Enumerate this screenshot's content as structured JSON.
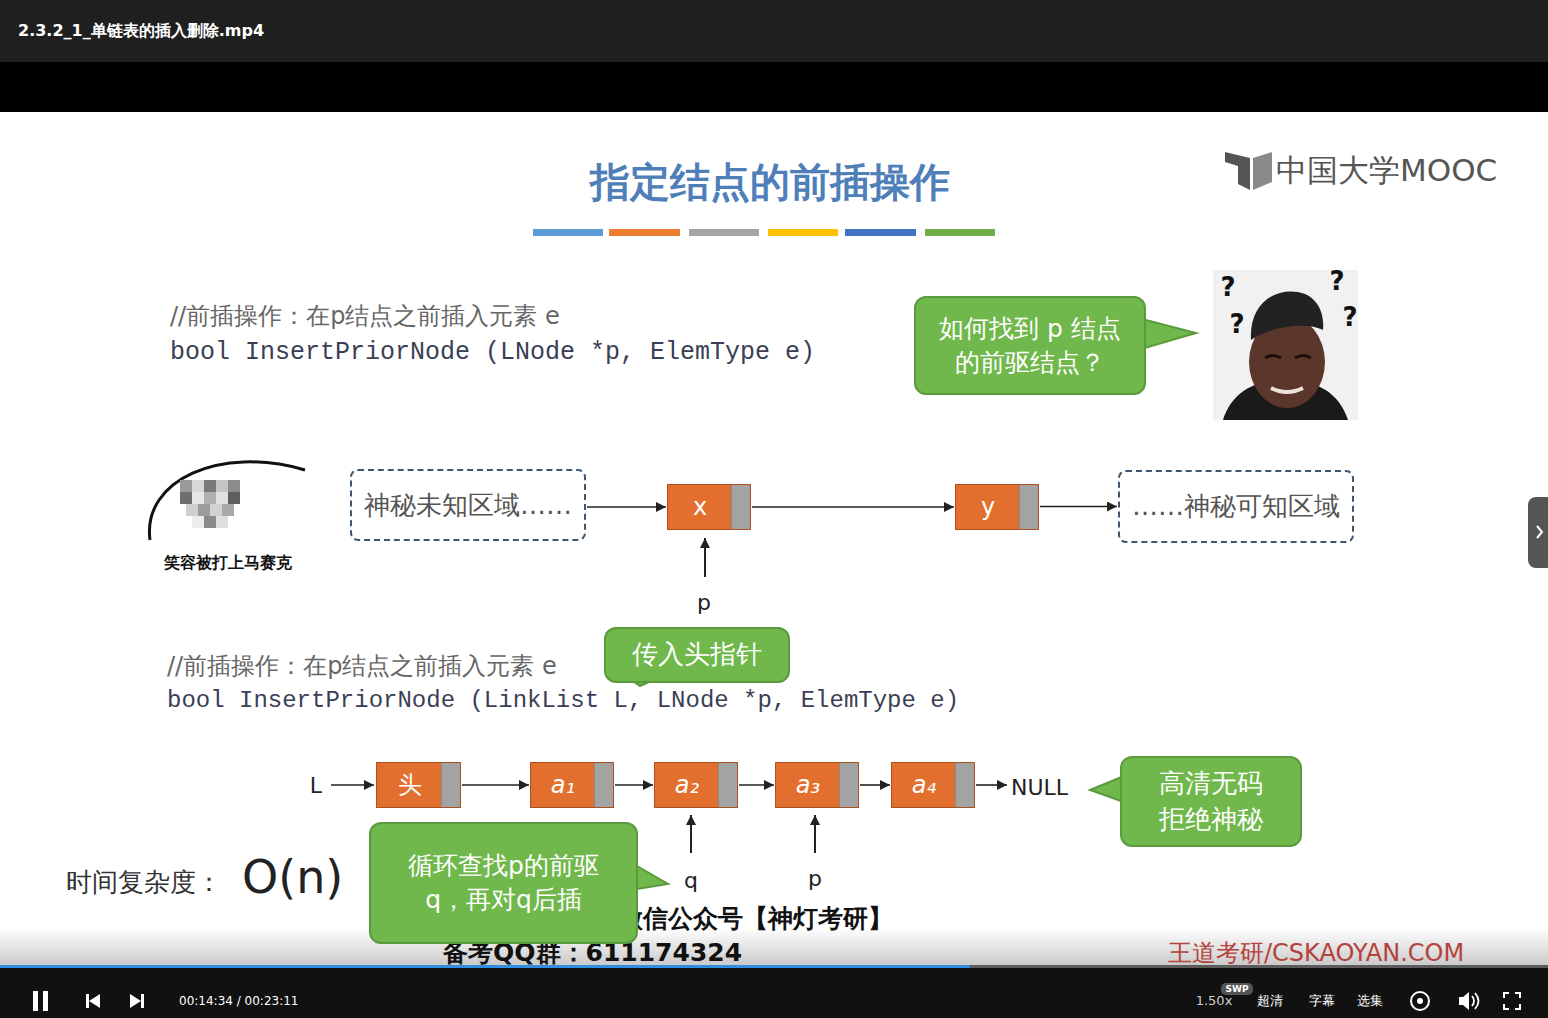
{
  "diagram": {
    "title": "指定结点的前插操作",
    "nodes": [
      {
        "text": [
          "如何找到 p 结点的前驱结点？"
        ]
      },
      {
        "text": [
          "神秘未知区域……"
        ]
      },
      {
        "text": [
          "x"
        ]
      },
      {
        "text": [
          "y"
        ]
      },
      {
        "text": [
          "……神秘可知区域"
        ]
      },
      {
        "text": [
          "传入头指针"
        ]
      },
      {
        "text": [
          "头"
        ]
      },
      {
        "text": [
          "a₁"
        ]
      },
      {
        "text": [
          "a₂"
        ]
      },
      {
        "text": [
          "a₃"
        ]
      },
      {
        "text": [
          "a₄"
        ]
      },
      {
        "text": [
          "高清无码 拒绝神秘"
        ]
      },
      {
        "text": [
          "循环查找p的前驱 q，再对q后插"
        ]
      }
    ],
    "edges": [
      {
        "from": 1,
        "to": 2,
        "arrow": "to"
      },
      {
        "from": 2,
        "to": 3,
        "arrow": "to"
      },
      {
        "from": 3,
        "to": 4,
        "arrow": "to"
      },
      {
        "from": 6,
        "to": 7,
        "arrow": "to"
      },
      {
        "from": 7,
        "to": 8,
        "arrow": "to"
      },
      {
        "from": 8,
        "to": 9,
        "arrow": "to"
      },
      {
        "from": 9,
        "to": 10,
        "arrow": "to"
      }
    ],
    "labels": [
      "2.3.2_1_单链表的插入删除.mp4",
      "中国大学MOOC",
      "?",
      "?",
      "?",
      "?",
      "//前插操作：在p结点之前插入元素 e",
      "bool InsertPriorNode (LNode *p, ElemType e)",
      "笑容被打上马赛克",
      "p",
      "//前插操作：在p结点之前插入元素 e",
      "bool InsertPriorNode (LinkList L, LNode *p, ElemType e)",
      "L",
      "NULL",
      "q",
      "p",
      "时间复杂度：",
      "O(n)",
      "后续课程请关注微信公众号【神灯考研】",
      "备考QQ群：611174324",
      "王道考研/CSKAOYAN.COM",
      "00:14:34 / 00:23:11",
      "SWP",
      "1.50x",
      "超清",
      "字幕",
      "选集"
    ]
  }
}
